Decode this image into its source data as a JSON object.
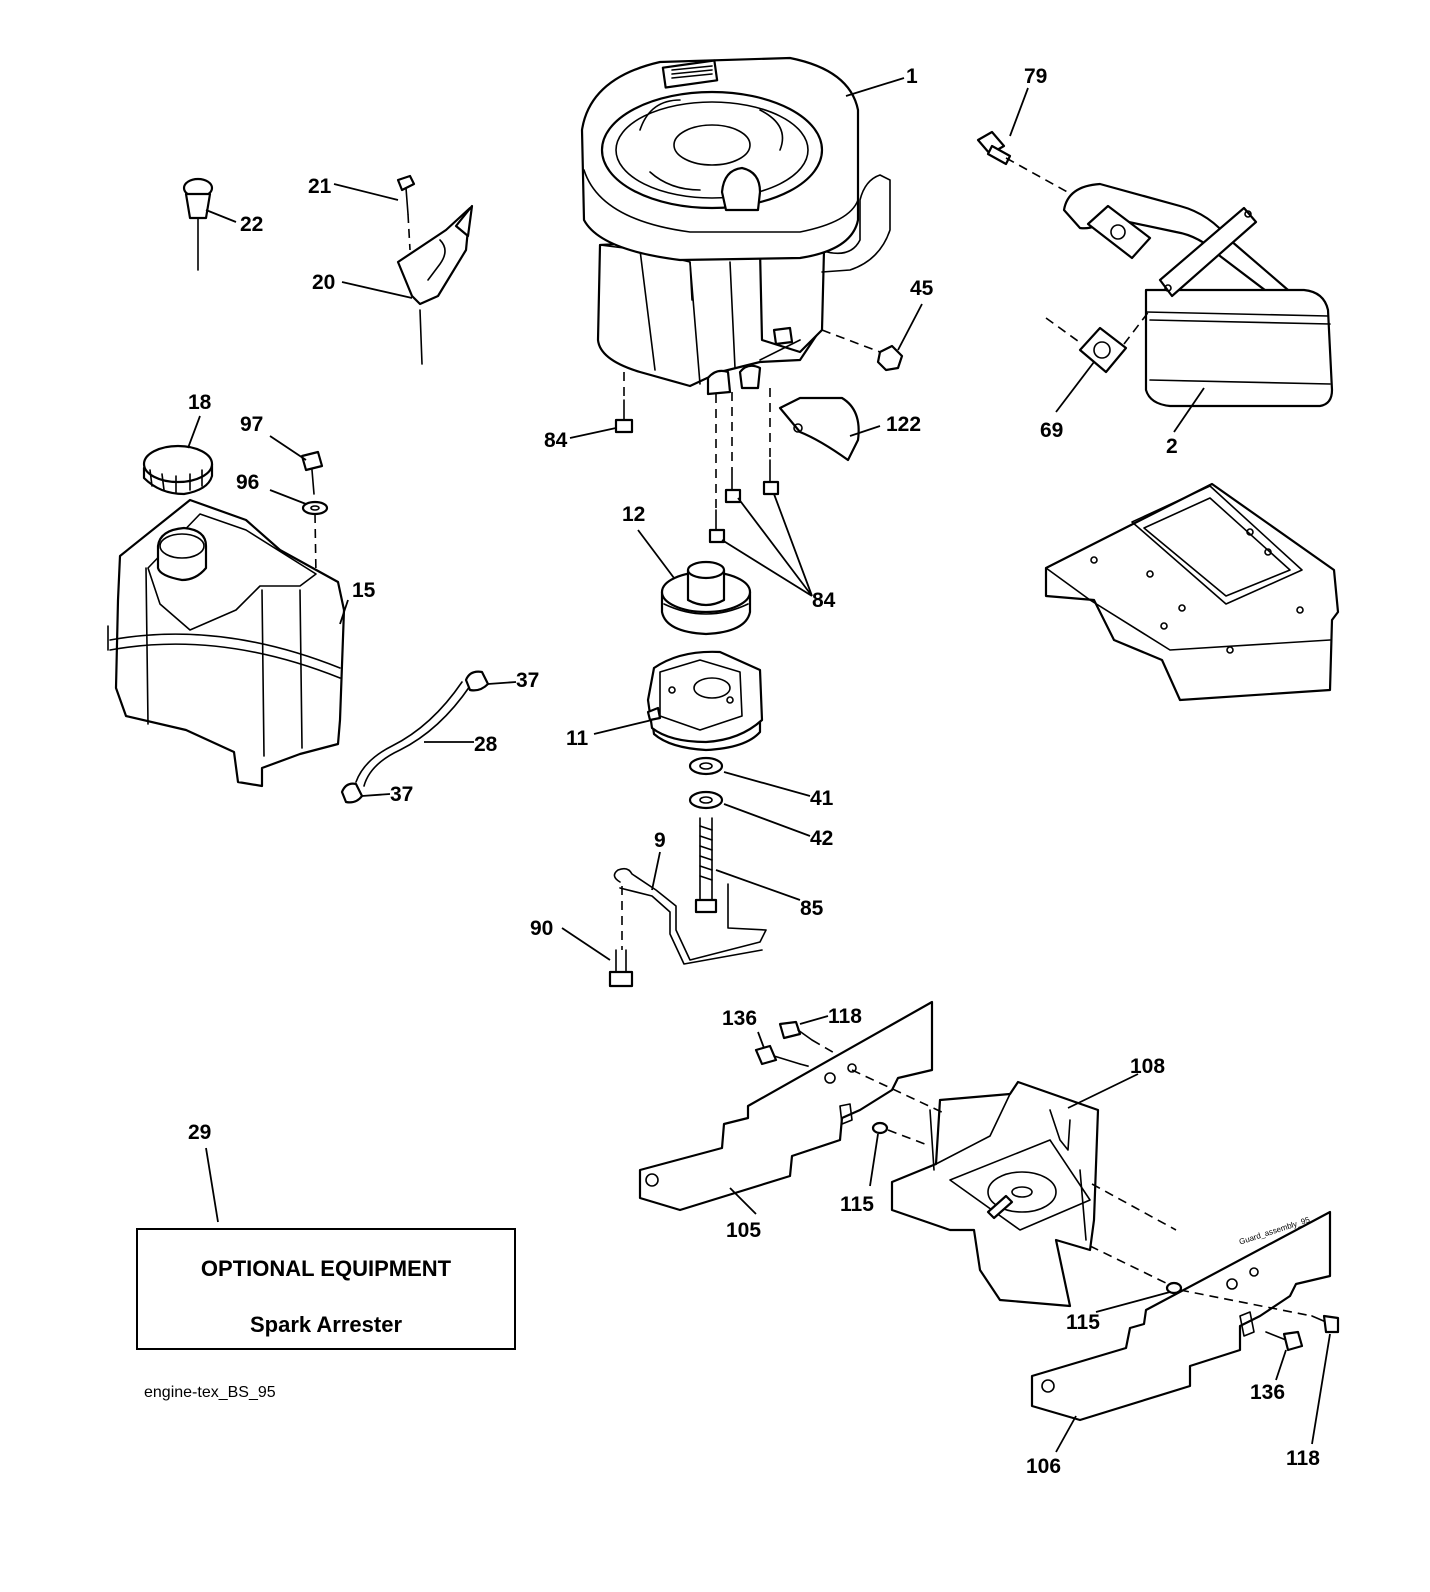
{
  "callouts": [
    {
      "key": "c1",
      "text": "1"
    },
    {
      "key": "c79",
      "text": "79"
    },
    {
      "key": "c21",
      "text": "21"
    },
    {
      "key": "c22",
      "text": "22"
    },
    {
      "key": "c20",
      "text": "20"
    },
    {
      "key": "c45",
      "text": "45"
    },
    {
      "key": "c18",
      "text": "18"
    },
    {
      "key": "c97",
      "text": "97"
    },
    {
      "key": "c84a",
      "text": "84"
    },
    {
      "key": "c122",
      "text": "122"
    },
    {
      "key": "c69",
      "text": "69"
    },
    {
      "key": "c2",
      "text": "2"
    },
    {
      "key": "c96",
      "text": "96"
    },
    {
      "key": "c12",
      "text": "12"
    },
    {
      "key": "c15",
      "text": "15"
    },
    {
      "key": "c84b",
      "text": "84"
    },
    {
      "key": "c37a",
      "text": "37"
    },
    {
      "key": "c28",
      "text": "28"
    },
    {
      "key": "c11",
      "text": "11"
    },
    {
      "key": "c37b",
      "text": "37"
    },
    {
      "key": "c41",
      "text": "41"
    },
    {
      "key": "c42",
      "text": "42"
    },
    {
      "key": "c9",
      "text": "9"
    },
    {
      "key": "c85",
      "text": "85"
    },
    {
      "key": "c90",
      "text": "90"
    },
    {
      "key": "c136a",
      "text": "136"
    },
    {
      "key": "c118a",
      "text": "118"
    },
    {
      "key": "c108",
      "text": "108"
    },
    {
      "key": "c29",
      "text": "29"
    },
    {
      "key": "c115a",
      "text": "115"
    },
    {
      "key": "c105",
      "text": "105"
    },
    {
      "key": "c115b",
      "text": "115"
    },
    {
      "key": "c136b",
      "text": "136"
    },
    {
      "key": "c106",
      "text": "106"
    },
    {
      "key": "c118b",
      "text": "118"
    }
  ],
  "optional_box": {
    "line1": "OPTIONAL EQUIPMENT",
    "line2": "Spark Arrester"
  },
  "diagram_code": "engine-tex_BS_95",
  "side_label": "Guard_assembly_95"
}
